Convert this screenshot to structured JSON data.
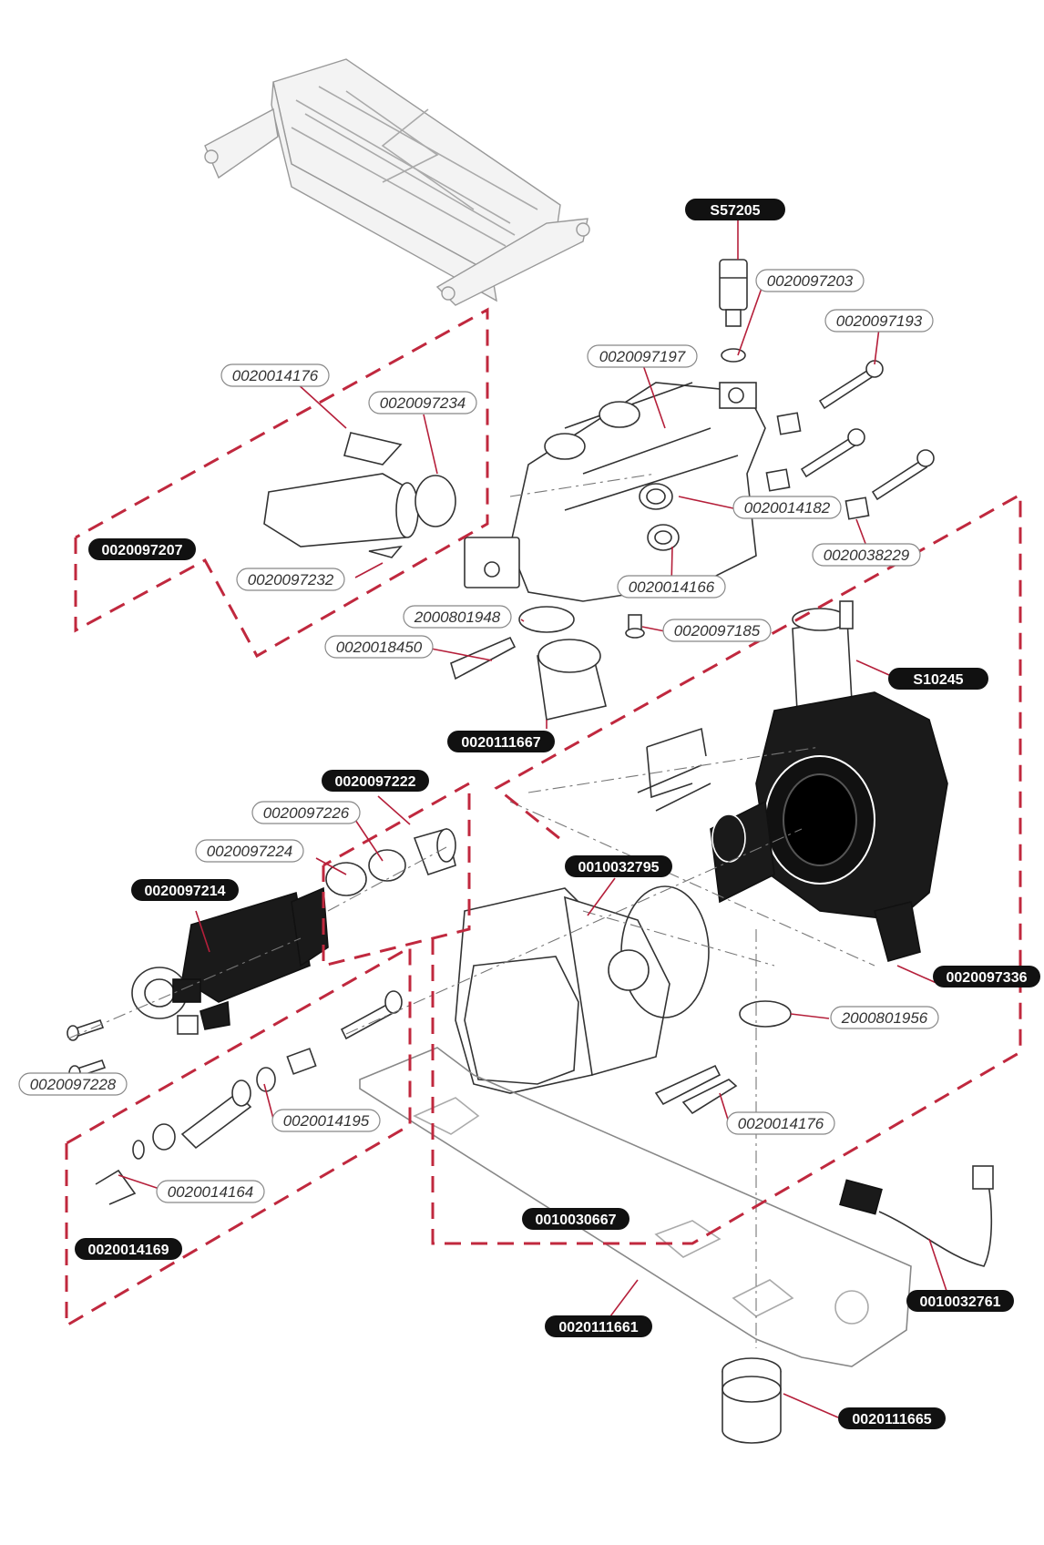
{
  "diagram": {
    "labels": [
      {
        "id": "S57205",
        "text": "S57205",
        "style": "filled"
      },
      {
        "id": "0020097203",
        "text": "0020097203",
        "style": "outline"
      },
      {
        "id": "0020097193",
        "text": "0020097193",
        "style": "outline"
      },
      {
        "id": "0020097197",
        "text": "0020097197",
        "style": "outline"
      },
      {
        "id": "0020014176a",
        "text": "0020014176",
        "style": "outline"
      },
      {
        "id": "0020097234",
        "text": "0020097234",
        "style": "outline"
      },
      {
        "id": "0020014182",
        "text": "0020014182",
        "style": "outline"
      },
      {
        "id": "0020097207",
        "text": "0020097207",
        "style": "filled"
      },
      {
        "id": "0020038229",
        "text": "0020038229",
        "style": "outline"
      },
      {
        "id": "0020097232",
        "text": "0020097232",
        "style": "outline"
      },
      {
        "id": "0020014166",
        "text": "0020014166",
        "style": "outline"
      },
      {
        "id": "2000801948",
        "text": "2000801948",
        "style": "outline"
      },
      {
        "id": "0020097185",
        "text": "0020097185",
        "style": "outline"
      },
      {
        "id": "0020018450",
        "text": "0020018450",
        "style": "outline"
      },
      {
        "id": "S10245",
        "text": "S10245",
        "style": "filled"
      },
      {
        "id": "0020111667",
        "text": "0020111667",
        "style": "filled"
      },
      {
        "id": "0020097222",
        "text": "0020097222",
        "style": "filled"
      },
      {
        "id": "0020097226",
        "text": "0020097226",
        "style": "outline"
      },
      {
        "id": "0020097224",
        "text": "0020097224",
        "style": "outline"
      },
      {
        "id": "0010032795",
        "text": "0010032795",
        "style": "filled"
      },
      {
        "id": "0020097214",
        "text": "0020097214",
        "style": "filled"
      },
      {
        "id": "0020097336",
        "text": "0020097336",
        "style": "filled"
      },
      {
        "id": "2000801956",
        "text": "2000801956",
        "style": "outline"
      },
      {
        "id": "0020097228",
        "text": "0020097228",
        "style": "outline"
      },
      {
        "id": "0020014195",
        "text": "0020014195",
        "style": "outline"
      },
      {
        "id": "0020014176b",
        "text": "0020014176",
        "style": "outline"
      },
      {
        "id": "0020014164",
        "text": "0020014164",
        "style": "outline"
      },
      {
        "id": "0010030667",
        "text": "0010030667",
        "style": "filled"
      },
      {
        "id": "0020014169",
        "text": "0020014169",
        "style": "filled"
      },
      {
        "id": "0010032761",
        "text": "0010032761",
        "style": "filled"
      },
      {
        "id": "0020111661",
        "text": "0020111661",
        "style": "filled"
      },
      {
        "id": "0020111665",
        "text": "0020111665",
        "style": "filled"
      }
    ],
    "colors": {
      "leader": "#b51f3a",
      "dashed_group": "#c0283e",
      "filled_label": "#111111",
      "outline_label_border": "#888888"
    }
  }
}
